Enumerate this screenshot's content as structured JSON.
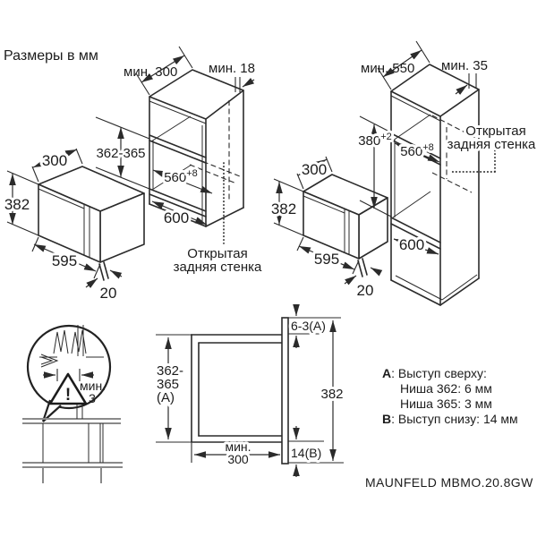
{
  "title": "Размеры в мм",
  "model_label": "MAUNFELD MBMO.20.8GW",
  "colors": {
    "line": "#2b2b2b",
    "gray_rail": "#8a8a8a",
    "background": "#ffffff"
  },
  "oven_left": {
    "depth": "300",
    "height": "382",
    "width": "595",
    "frame_depth": "20"
  },
  "oven_right": {
    "depth": "300",
    "height": "382",
    "width": "595",
    "frame_depth": "20"
  },
  "wall_cabinet": {
    "depth_min": "мин. 300",
    "side_min": "мин. 18",
    "niche_height": "362-365",
    "niche_width": "560",
    "niche_width_sup": "+8",
    "outer_width": "600",
    "open_back_l1": "Открытая",
    "open_back_l2": "задняя стенка"
  },
  "tall_cabinet": {
    "depth_min": "мин. 550",
    "clearance_min": "мин. 35",
    "niche_height": "380",
    "niche_height_sup": "+2",
    "niche_width": "560",
    "niche_width_sup": "+8",
    "outer_width": "600",
    "open_back_l1": "Открытая",
    "open_back_l2": "задняя стенка"
  },
  "clip_detail": {
    "gap_l1": "мин.",
    "gap_l2": "3",
    "warning": "!"
  },
  "section": {
    "niche_height_l1": "362-",
    "niche_height_l2": "365",
    "niche_height_l3": "(A)",
    "depth_l1": "мин.",
    "depth_l2": "300",
    "top_gap": "6-3(A)",
    "front_height": "382",
    "bottom_gap": "14(B)"
  },
  "notes": {
    "a_prefix": "A",
    "a_text": ": Выступ сверху:",
    "a_line1": "Ниша 362: 6 мм",
    "a_line2": "Ниша 365: 3 мм",
    "b_prefix": "B",
    "b_text": ": Выступ снизу: 14 мм"
  }
}
